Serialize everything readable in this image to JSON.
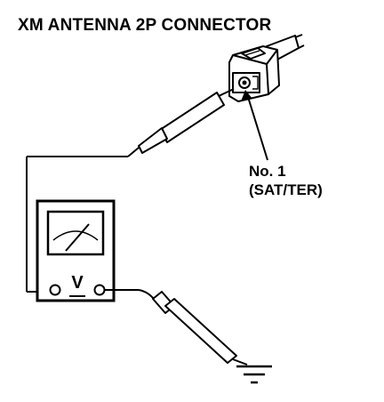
{
  "title": "XM ANTENNA 2P CONNECTOR",
  "callout": {
    "line1": "No. 1",
    "line2": "(SAT/TER)"
  },
  "meter": {
    "unit_label": "V"
  },
  "icons": [
    "xm-antenna-connector-icon",
    "voltmeter-icon",
    "test-probe-icon",
    "ground-symbol-icon"
  ],
  "colors": {
    "ink": "#000000",
    "paper": "#ffffff"
  }
}
